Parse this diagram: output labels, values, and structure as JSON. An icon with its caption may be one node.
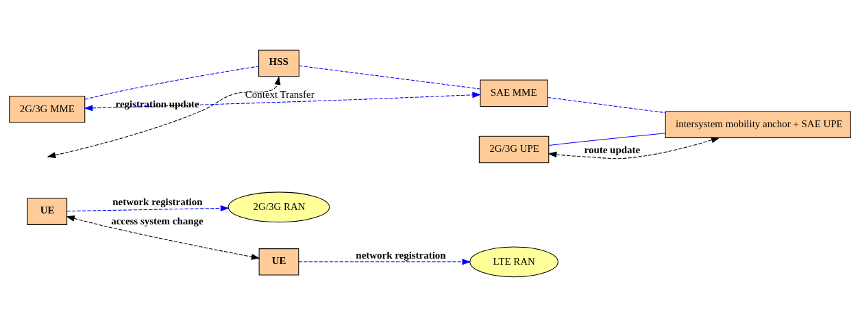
{
  "diagram": {
    "nodes": [
      {
        "text": [
          "UE"
        ]
      },
      {
        "text": [
          "2G/3G RAN"
        ]
      },
      {
        "text": [
          "UE"
        ]
      },
      {
        "text": [
          "LTE RAN"
        ]
      },
      {
        "text": [
          "2G/3G MME"
        ]
      },
      {
        "text": [
          "HSS"
        ]
      },
      {
        "text": [
          "2G/3G UPE"
        ]
      },
      {
        "text": [
          "SAE MME"
        ]
      },
      {
        "text": [
          "intersystem mobility anchor + SAE UPE"
        ]
      }
    ],
    "edges": [
      {
        "from": 0,
        "to": 1,
        "arrow": "to",
        "label": "network registration",
        "style": "dashed"
      },
      {
        "from": 0,
        "to": 2,
        "arrow": "both",
        "label": "access system change",
        "style": "dashed",
        "color": "#000000"
      },
      {
        "from": 2,
        "to": 3,
        "arrow": "to",
        "label": "network registration",
        "style": "dashed"
      },
      {
        "from": 4,
        "to": 5,
        "arrow": "none",
        "style": "dashed"
      },
      {
        "from": 4,
        "to": 7,
        "arrow": "both",
        "label": "Context Transfer",
        "style": "dashed"
      },
      {
        "from": null,
        "to": 5,
        "arrow": "both",
        "label": "registration update",
        "style": "dashed",
        "color": "#000000"
      },
      {
        "from": 5,
        "to": 7,
        "arrow": "none",
        "style": "dashed"
      },
      {
        "from": 6,
        "to": 8,
        "arrow": "none"
      },
      {
        "from": 6,
        "to": 8,
        "arrow": "both",
        "label": "route update",
        "style": "dashed",
        "color": "#000000"
      },
      {
        "from": 7,
        "to": 8,
        "arrow": "none",
        "style": "dashed"
      }
    ]
  }
}
